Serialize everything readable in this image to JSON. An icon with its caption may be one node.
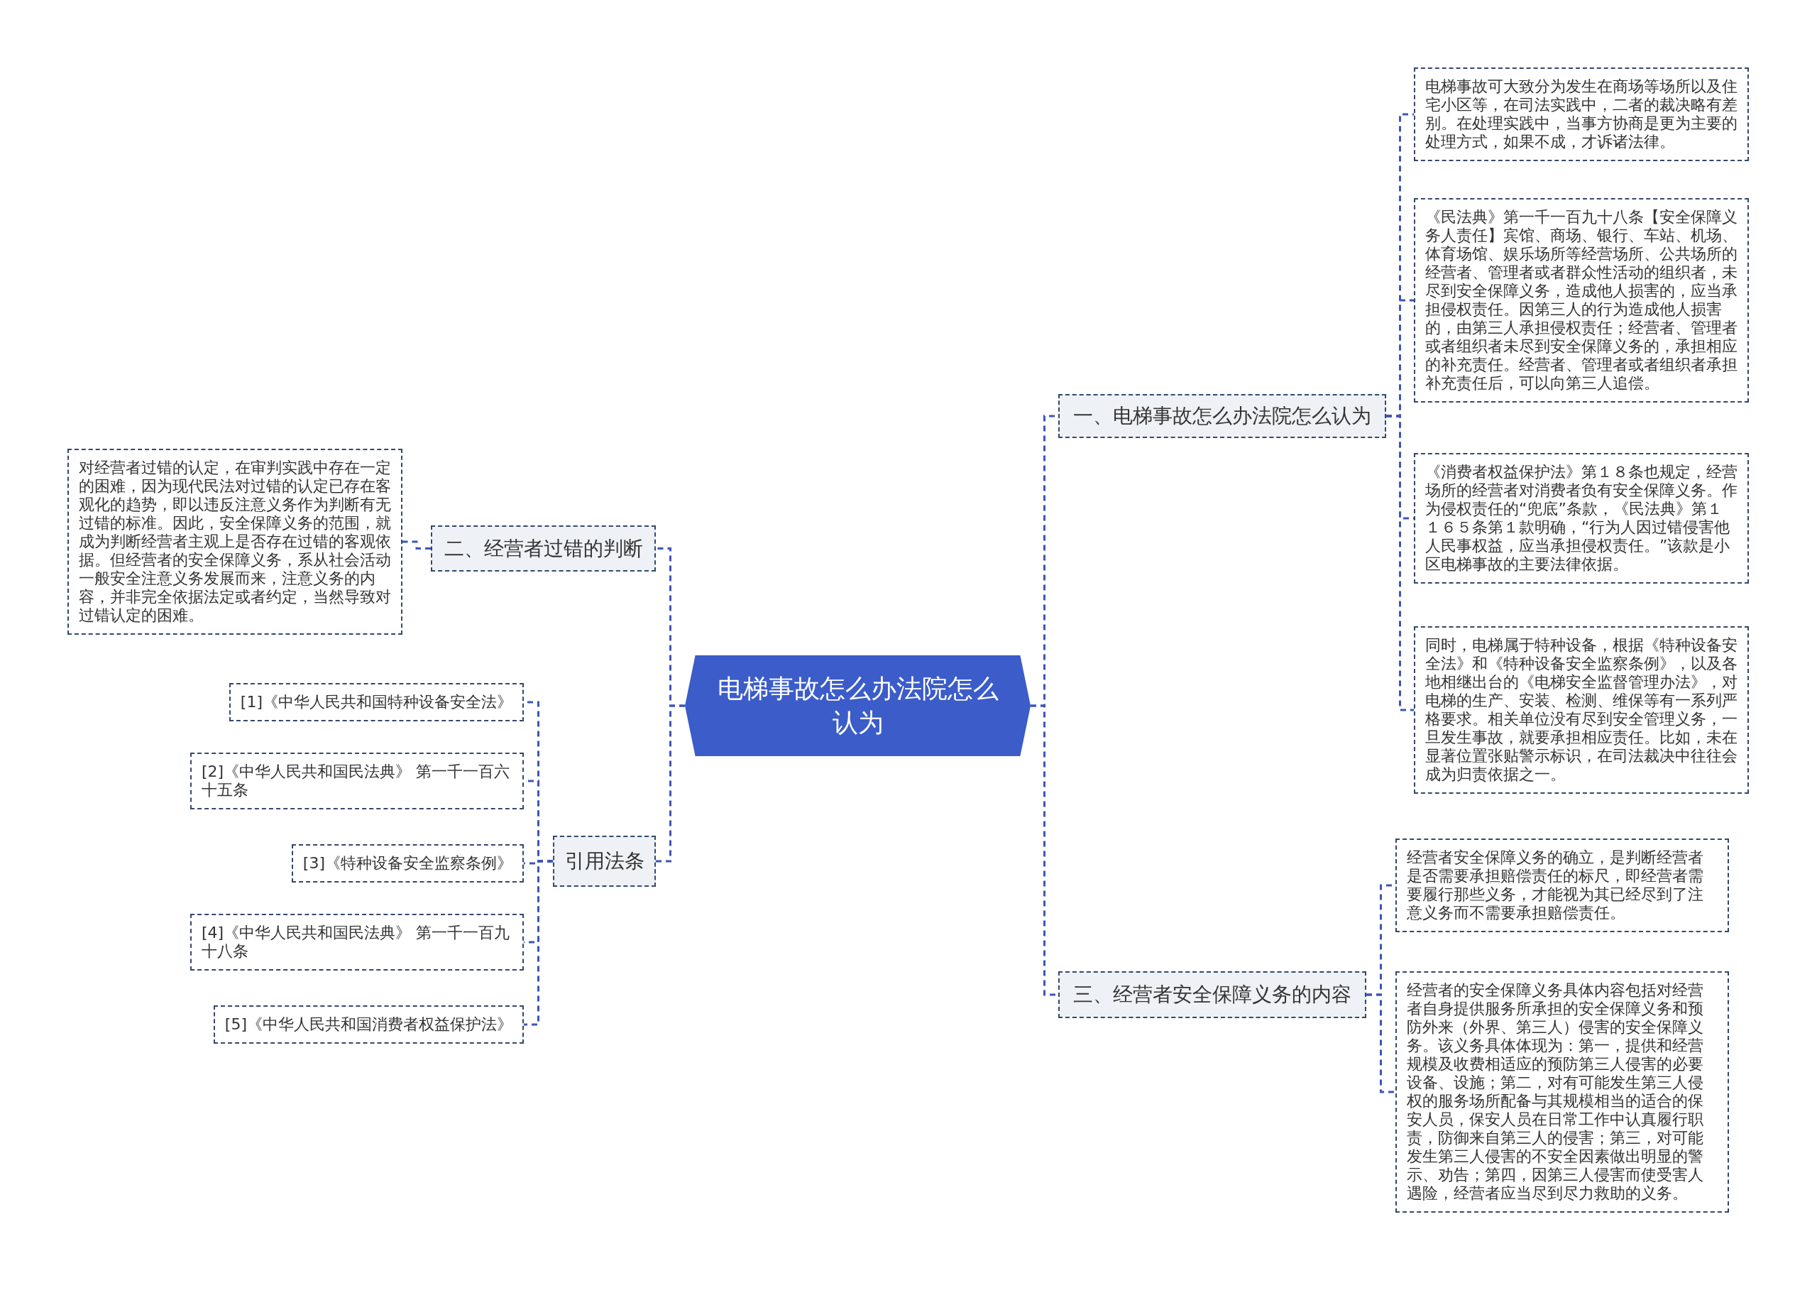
{
  "diagram": {
    "nodes": [
      {
        "text": [
          "电梯事故怎么办法院怎么认为"
        ]
      },
      {
        "text": [
          "一、电梯事故怎么办法院怎么认为"
        ]
      },
      {
        "text": [
          "电梯事故可大致分为发生在商场等场所以及住宅小区等，在司法实践中，二者的裁决略有差别。在处理实践中，当事方协商是更为主要的处理方式，如果不成，才诉诸法律。"
        ]
      },
      {
        "text": [
          "《民法典》第一千一百九十八条【安全保障义务人责任】宾馆、商场、银行、车站、机场、体育场馆、娱乐场所等经营场所、公共场所的经营者、管理者或者群众性活动的组织者，未尽到安全保障义务，造成他人损害的，应当承担侵权责任。因第三人的行为造成他人损害的，由第三人承担侵权责任；经营者、管理者或者组织者未尽到安全保障义务的，承担相应的补充责任。经营者、管理者或者组织者承担补充责任后，可以向第三人追偿。"
        ]
      },
      {
        "text": [
          "《消费者权益保护法》第１８条也规定，经营场所的经营者对消费者负有安全保障义务。作为侵权责任的“兜底”条款，《民法典》第１１６５条第１款明确，“行为人因过错侵害他人民事权益，应当承担侵权责任。”该款是小区电梯事故的主要法律依据。"
        ]
      },
      {
        "text": [
          "同时，电梯属于特种设备，根据《特种设备安全法》和《特种设备安全监察条例》，以及各地相继出台的《电梯安全监督管理办法》，对电梯的生产、安装、检测、维保等有一系列严格要求。相关单位没有尽到安全管理义务，一旦发生事故，就要承担相应责任。比如，未在显著位置张贴警示标识，在司法裁决中往往会成为归责依据之一。"
        ]
      },
      {
        "text": [
          "二、经营者过错的判断"
        ]
      },
      {
        "text": [
          "对经营者过错的认定，在审判实践中存在一定的困难，因为现代民法对过错的认定已存在客观化的趋势，即以违反注意义务作为判断有无过错的标准。因此，安全保障义务的范围，就成为判断经营者主观上是否存在过错的客观依据。但经营者的安全保障义务，系从社会活动一般安全注意义务发展而来，注意义务的内容，并非完全依据法定或者约定，当然导致对过错认定的困难。"
        ]
      },
      {
        "text": [
          "引用法条"
        ]
      },
      {
        "text": [
          "[1]《中华人民共和国特种设备安全法》"
        ]
      },
      {
        "text": [
          "[2]《中华人民共和国民法典》 第一千一百六十五条"
        ]
      },
      {
        "text": [
          "[3]《特种设备安全监察条例》"
        ]
      },
      {
        "text": [
          "[4]《中华人民共和国民法典》 第一千一百九十八条"
        ]
      },
      {
        "text": [
          "[5]《中华人民共和国消费者权益保护法》"
        ]
      },
      {
        "text": [
          "三、经营者安全保障义务的内容"
        ]
      },
      {
        "text": [
          "经营者安全保障义务的确立，是判断经营者是否需要承担赔偿责任的标尺，即经营者需要履行那些义务，才能视为其已经尽到了注意义务而不需要承担赔偿责任。"
        ]
      },
      {
        "text": [
          "经营者的安全保障义务具体内容包括对经营者自身提供服务所承担的安全保障义务和预防外来（外界、第三人）侵害的安全保障义务。该义务具体体现为：第一，提供和经营规模及收费相适应的预防第三人侵害的必要设备、设施；第二，对有可能发生第三人侵权的服务场所配备与其规模相当的适合的保安人员，保安人员在日常工作中认真履行职责，防御来自第三人的侵害；第三，对可能发生第三人侵害的不安全因素做出明显的警示、劝告；第四，因第三人侵害而使受害人遇险，经营者应当尽到尽力救助的义务。"
        ]
      }
    ],
    "edges": [
      {
        "from": 0,
        "to": 1,
        "arrow": "none"
      },
      {
        "from": 1,
        "to": 2,
        "arrow": "none"
      },
      {
        "from": 1,
        "to": 3,
        "arrow": "none"
      },
      {
        "from": 1,
        "to": 4,
        "arrow": "none"
      },
      {
        "from": 1,
        "to": 5,
        "arrow": "none"
      },
      {
        "from": 0,
        "to": 6,
        "arrow": "none"
      },
      {
        "from": 6,
        "to": 7,
        "arrow": "none"
      },
      {
        "from": 0,
        "to": 8,
        "arrow": "none"
      },
      {
        "from": 8,
        "to": 9,
        "arrow": "none"
      },
      {
        "from": 8,
        "to": 10,
        "arrow": "none"
      },
      {
        "from": 8,
        "to": 11,
        "arrow": "none"
      },
      {
        "from": 8,
        "to": 12,
        "arrow": "none"
      },
      {
        "from": 8,
        "to": 13,
        "arrow": "none"
      },
      {
        "from": 0,
        "to": 14,
        "arrow": "none"
      },
      {
        "from": 14,
        "to": 15,
        "arrow": "none"
      },
      {
        "from": 14,
        "to": 16,
        "arrow": "none"
      }
    ]
  }
}
